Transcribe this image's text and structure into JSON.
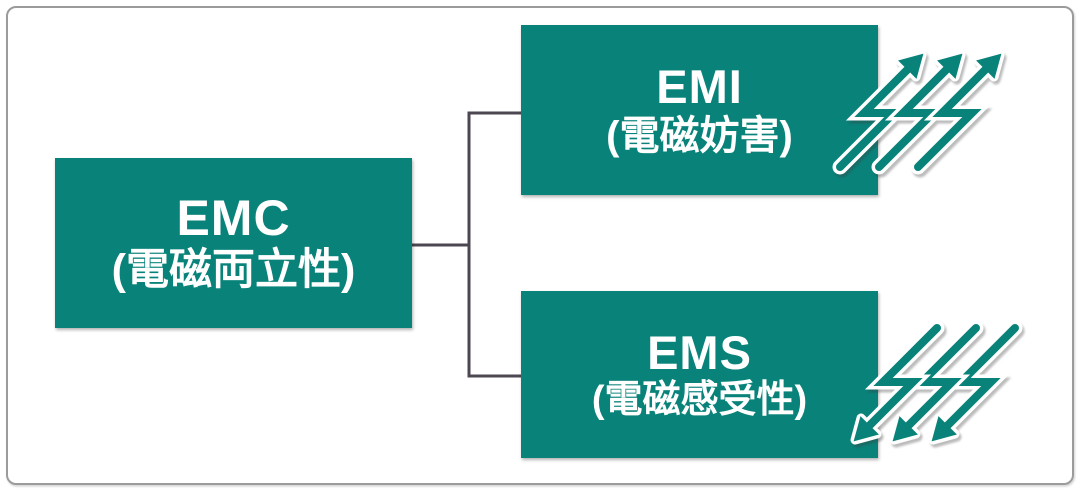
{
  "colors": {
    "accent": "#09837A",
    "connector": "#4D4751",
    "frame_border": "#9B9B9B",
    "text": "#FFFFFF"
  },
  "nodes": {
    "emc": {
      "title": "EMC",
      "subtitle": "(電磁両立性)"
    },
    "emi": {
      "title": "EMI",
      "subtitle": "(電磁妨害)"
    },
    "ems": {
      "title": "EMS",
      "subtitle": "(電磁感受性)"
    }
  },
  "icons": {
    "emi_arrows": "lightning-arrows-up-right",
    "ems_arrows": "lightning-arrows-down-left"
  }
}
